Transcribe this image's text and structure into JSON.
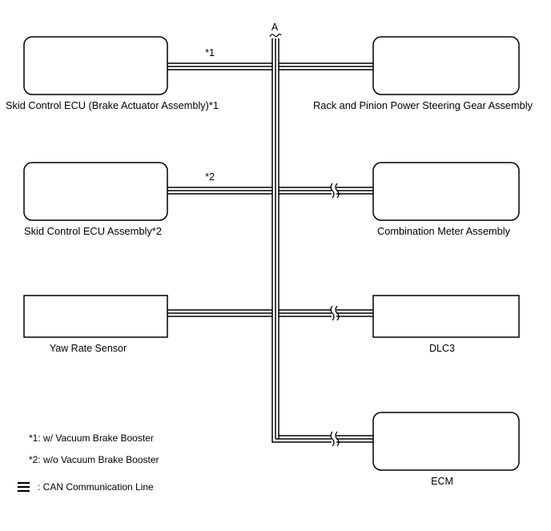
{
  "bus_label": "A",
  "modules": {
    "skid_control_ecu_brake_actuator": "Skid Control ECU (Brake Actuator Assembly)*1",
    "rack_pinion_steering": "Rack and Pinion Power Steering Gear Assembly",
    "skid_control_ecu_assembly": "Skid Control ECU Assembly*2",
    "combination_meter": "Combination Meter Assembly",
    "yaw_rate_sensor": "Yaw Rate Sensor",
    "dlc3": "DLC3",
    "ecm": "ECM"
  },
  "markers": {
    "star1": "*1",
    "star2": "*2"
  },
  "notes": {
    "note1": "*1: w/ Vacuum Brake Booster",
    "note2": "*2: w/o Vacuum Brake Booster",
    "legend": ": CAN Communication Line"
  }
}
